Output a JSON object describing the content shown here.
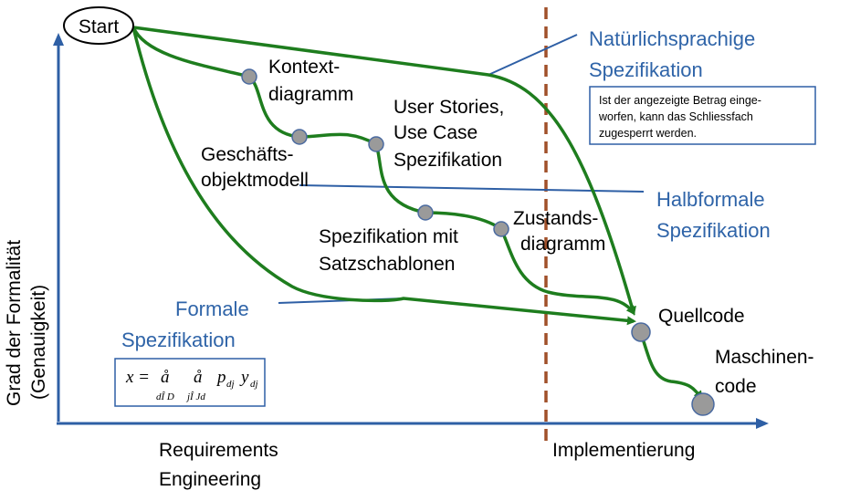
{
  "start_label": "Start",
  "steps": {
    "kontext": [
      "Kontext-",
      "diagramm"
    ],
    "geschaefts": [
      "Geschäfts-",
      "objektmodell"
    ],
    "userstories": [
      "User Stories,",
      "Use Case",
      "Spezifikation"
    ],
    "satz": [
      "Spezifikation mit",
      "Satzschablonen"
    ],
    "zustand": [
      "Zustands-",
      "diagramm"
    ],
    "quellcode": "Quellcode",
    "maschinen": [
      "Maschinen-",
      "code"
    ]
  },
  "categories": {
    "natuerlich": [
      "Natürlichsprachige",
      "Spezifikation"
    ],
    "halbformal": [
      "Halbformale",
      "Spezifikation"
    ],
    "formal": [
      "Formale",
      "Spezifikation"
    ]
  },
  "example_box": [
    "Ist der angezeigte Betrag einge-",
    "worfen, kann das Schliessfach",
    "zugesperrt werden."
  ],
  "formula": {
    "lhs": "x =",
    "sum1": "å",
    "sum2": "å",
    "terms": "p",
    "sub_pdj": "dj",
    "y": "y",
    "sub_ydj": "dj",
    "below1": "dÎ D",
    "below2": "jÎ Jd"
  },
  "axes": {
    "y_label_1": "Grad der Formalität",
    "y_label_2": "(Genauigkeit)",
    "x_label_left": [
      "Requirements",
      "Engineering"
    ],
    "x_label_right": "Implementierung"
  },
  "colors": {
    "green": "#1e7d1e",
    "blue_text": "#2f64a8",
    "axis_blue": "#2e5fa5",
    "divider": "#a0502a",
    "node_gray": "#9a9a9a"
  }
}
